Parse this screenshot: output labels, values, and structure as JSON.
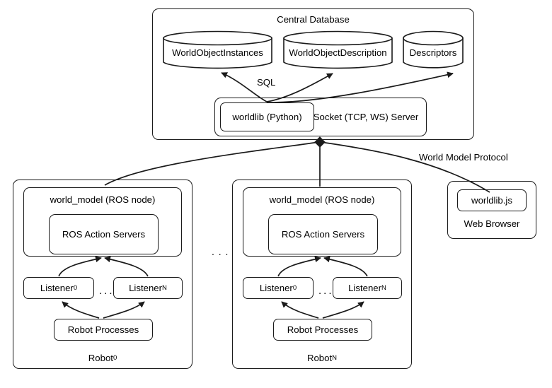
{
  "diagram": {
    "title_visible": false,
    "central_database": {
      "label": "Central Database",
      "stores": [
        {
          "label": "WorldObjectInstances"
        },
        {
          "label": "WorldObjectDescription"
        },
        {
          "label": "Descriptors"
        }
      ],
      "server": {
        "label": "Socket (TCP, WS) Server",
        "inner": {
          "label": "worldlib (Python)"
        }
      },
      "sql_edge_label": "SQL"
    },
    "protocol_edge_label": "World Model Protocol",
    "robots": [
      {
        "label": "Robot",
        "sub": "0",
        "node": {
          "label": "world_model (ROS node)"
        },
        "action_servers": {
          "label": "ROS Action Servers"
        },
        "listeners": [
          {
            "label": "Listener",
            "sub": "0"
          },
          {
            "label": "Listener",
            "sub": "N"
          }
        ],
        "listener_ellipsis": "...",
        "processes": {
          "label": "Robot Processes"
        }
      },
      {
        "label": "Robot",
        "sub": "N",
        "node": {
          "label": "world_model (ROS node)"
        },
        "action_servers": {
          "label": "ROS Action Servers"
        },
        "listeners": [
          {
            "label": "Listener",
            "sub": "0"
          },
          {
            "label": "Listener",
            "sub": "N"
          }
        ],
        "listener_ellipsis": "...",
        "processes": {
          "label": "Robot Processes"
        }
      }
    ],
    "robot_gap_ellipsis": ". . .",
    "web_browser": {
      "label": "Web Browser",
      "inner": {
        "label": "worldlib.js"
      }
    },
    "colors": {
      "stroke": "#1a1a1a",
      "fill": "#ffffff",
      "text": "#000000"
    }
  }
}
